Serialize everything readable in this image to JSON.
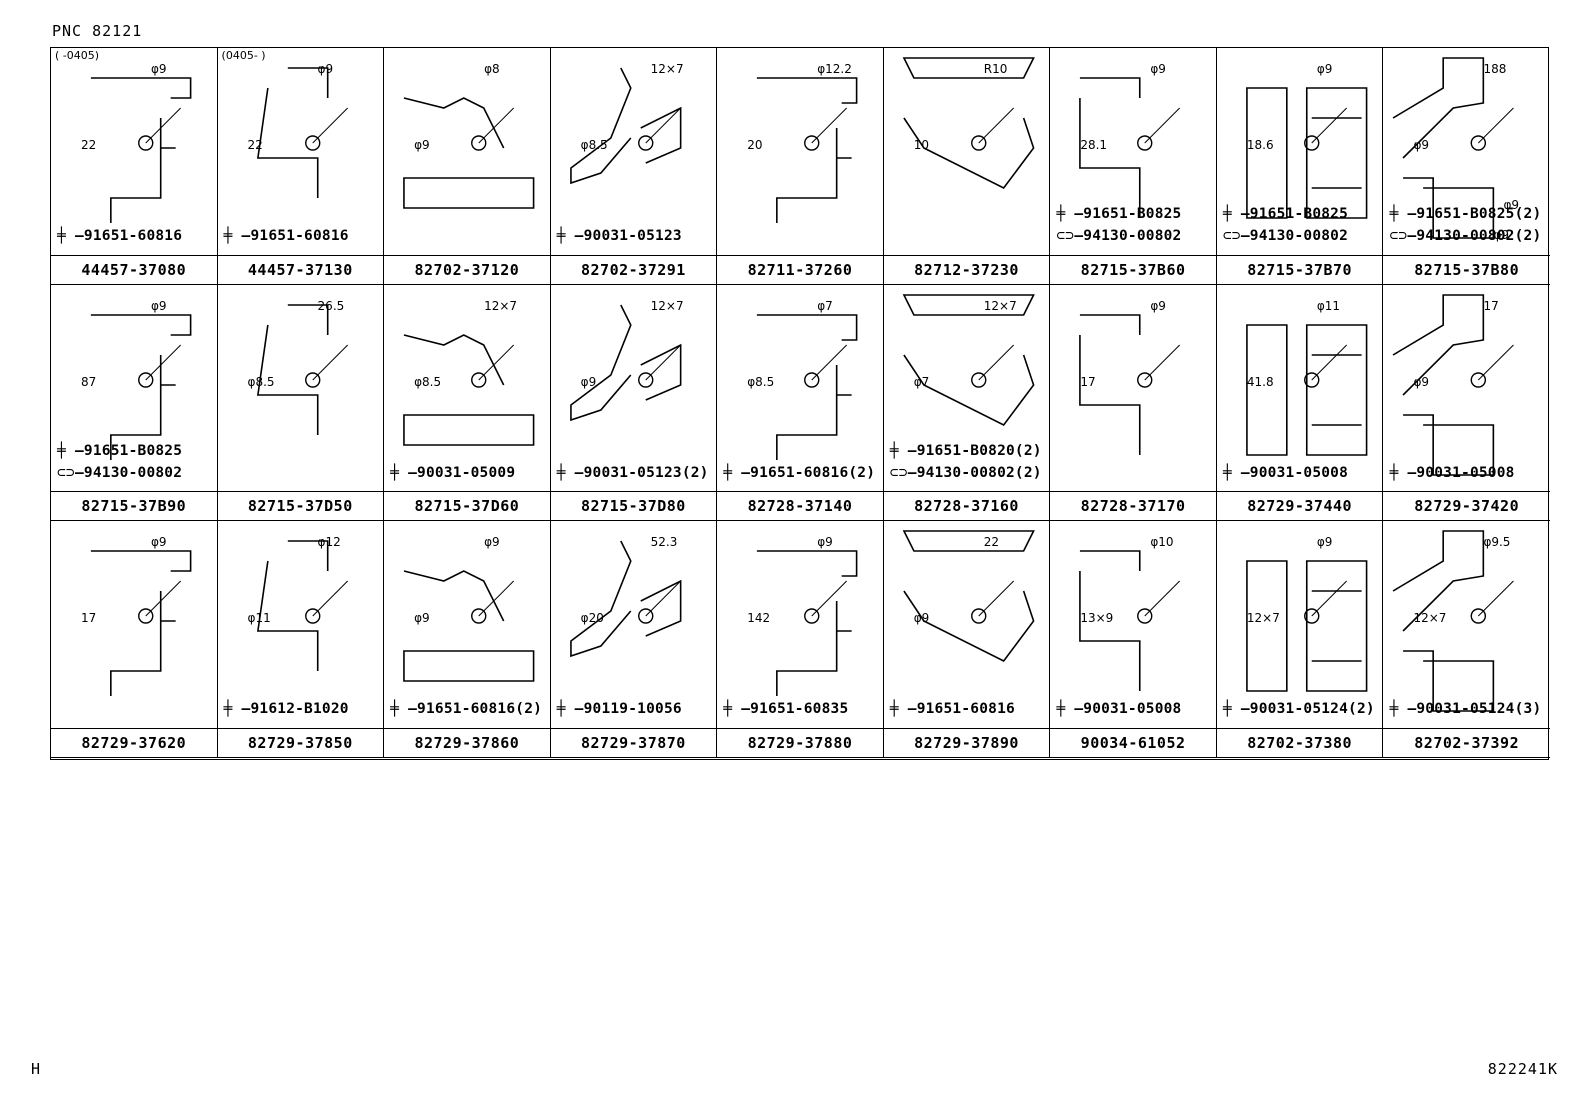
{
  "header": {
    "pnc": "PNC 82121"
  },
  "footer": {
    "left": "H",
    "right": "822241K"
  },
  "cells": [
    {
      "pn": "44457-37080",
      "note": "(    -0405)",
      "dims": [
        "φ9",
        "22"
      ],
      "fasteners": [
        {
          "sym": "bolt",
          "text": "91651-60816"
        }
      ]
    },
    {
      "pn": "44457-37130",
      "note": "(0405-    )",
      "dims": [
        "φ9",
        "22"
      ],
      "fasteners": [
        {
          "sym": "bolt",
          "text": "91651-60816"
        }
      ]
    },
    {
      "pn": "82702-37120",
      "note": "",
      "dims": [
        "φ8",
        "φ9"
      ],
      "fasteners": []
    },
    {
      "pn": "82702-37291",
      "note": "",
      "dims": [
        "12×7",
        "φ8.5"
      ],
      "fasteners": [
        {
          "sym": "bolt",
          "text": "90031-05123"
        }
      ]
    },
    {
      "pn": "82711-37260",
      "note": "",
      "dims": [
        "φ12.2",
        "20"
      ],
      "fasteners": []
    },
    {
      "pn": "82712-37230",
      "note": "",
      "dims": [
        "R10",
        "10"
      ],
      "fasteners": []
    },
    {
      "pn": "82715-37B60",
      "note": "",
      "dims": [
        "φ9",
        "28.1"
      ],
      "fasteners": [
        {
          "sym": "bolt",
          "text": "91651-B0825"
        },
        {
          "sym": "nut",
          "text": "94130-00802"
        }
      ]
    },
    {
      "pn": "82715-37B70",
      "note": "",
      "dims": [
        "φ9",
        "18.6"
      ],
      "fasteners": [
        {
          "sym": "bolt",
          "text": "91651-B0825"
        },
        {
          "sym": "nut",
          "text": "94130-00802"
        }
      ]
    },
    {
      "pn": "82715-37B80",
      "note": "",
      "dims": [
        "188",
        "φ9",
        "φ9",
        "φ9"
      ],
      "fasteners": [
        {
          "sym": "bolt",
          "text": "91651-B0825(2)"
        },
        {
          "sym": "nut",
          "text": "94130-00802(2)"
        }
      ]
    },
    {
      "pn": "82715-37B90",
      "note": "",
      "dims": [
        "φ9",
        "87"
      ],
      "fasteners": [
        {
          "sym": "bolt",
          "text": "91651-B0825"
        },
        {
          "sym": "nut",
          "text": "94130-00802"
        }
      ]
    },
    {
      "pn": "82715-37D50",
      "note": "",
      "dims": [
        "26.5",
        "φ8.5"
      ],
      "fasteners": []
    },
    {
      "pn": "82715-37D60",
      "note": "",
      "dims": [
        "12×7",
        "φ8.5"
      ],
      "fasteners": [
        {
          "sym": "bolt",
          "text": "90031-05009"
        }
      ]
    },
    {
      "pn": "82715-37D80",
      "note": "",
      "dims": [
        "12×7",
        "φ9"
      ],
      "fasteners": [
        {
          "sym": "bolt",
          "text": "90031-05123(2)"
        }
      ]
    },
    {
      "pn": "82728-37140",
      "note": "",
      "dims": [
        "φ7",
        "φ8.5"
      ],
      "fasteners": [
        {
          "sym": "bolt",
          "text": "91651-60816(2)"
        }
      ]
    },
    {
      "pn": "82728-37160",
      "note": "",
      "dims": [
        "12×7",
        "φ7"
      ],
      "fasteners": [
        {
          "sym": "bolt",
          "text": "91651-B0820(2)"
        },
        {
          "sym": "nut",
          "text": "94130-00802(2)"
        }
      ]
    },
    {
      "pn": "82728-37170",
      "note": "",
      "dims": [
        "φ9",
        "17"
      ],
      "fasteners": []
    },
    {
      "pn": "82729-37440",
      "note": "",
      "dims": [
        "φ11",
        "41.8"
      ],
      "fasteners": [
        {
          "sym": "bolt",
          "text": "90031-05008"
        }
      ]
    },
    {
      "pn": "82729-37420",
      "note": "",
      "dims": [
        "17",
        "φ9"
      ],
      "fasteners": [
        {
          "sym": "bolt",
          "text": "90031-05008"
        }
      ]
    },
    {
      "pn": "82729-37620",
      "note": "",
      "dims": [
        "φ9",
        "17"
      ],
      "fasteners": []
    },
    {
      "pn": "82729-37850",
      "note": "",
      "dims": [
        "φ12",
        "φ11"
      ],
      "fasteners": [
        {
          "sym": "bolt",
          "text": "91612-B1020"
        }
      ]
    },
    {
      "pn": "82729-37860",
      "note": "",
      "dims": [
        "φ9",
        "φ9"
      ],
      "fasteners": [
        {
          "sym": "bolt",
          "text": "91651-60816(2)"
        }
      ]
    },
    {
      "pn": "82729-37870",
      "note": "",
      "dims": [
        "52.3",
        "φ20"
      ],
      "fasteners": [
        {
          "sym": "bolt",
          "text": "90119-10056"
        }
      ]
    },
    {
      "pn": "82729-37880",
      "note": "",
      "dims": [
        "φ9",
        "142"
      ],
      "fasteners": [
        {
          "sym": "bolt",
          "text": "91651-60835"
        }
      ]
    },
    {
      "pn": "82729-37890",
      "note": "",
      "dims": [
        "22",
        "φ9"
      ],
      "fasteners": [
        {
          "sym": "bolt",
          "text": "91651-60816"
        }
      ]
    },
    {
      "pn": "90034-61052",
      "note": "",
      "dims": [
        "φ10",
        "13×9"
      ],
      "fasteners": [
        {
          "sym": "bolt",
          "text": "90031-05008"
        }
      ]
    },
    {
      "pn": "82702-37380",
      "note": "",
      "dims": [
        "φ9",
        "12×7"
      ],
      "fasteners": [
        {
          "sym": "bolt",
          "text": "90031-05124(2)"
        }
      ]
    },
    {
      "pn": "82702-37392",
      "note": "",
      "dims": [
        "φ9.5",
        "12×7"
      ],
      "fasteners": [
        {
          "sym": "bolt",
          "text": "90031-05124(3)"
        }
      ]
    }
  ]
}
